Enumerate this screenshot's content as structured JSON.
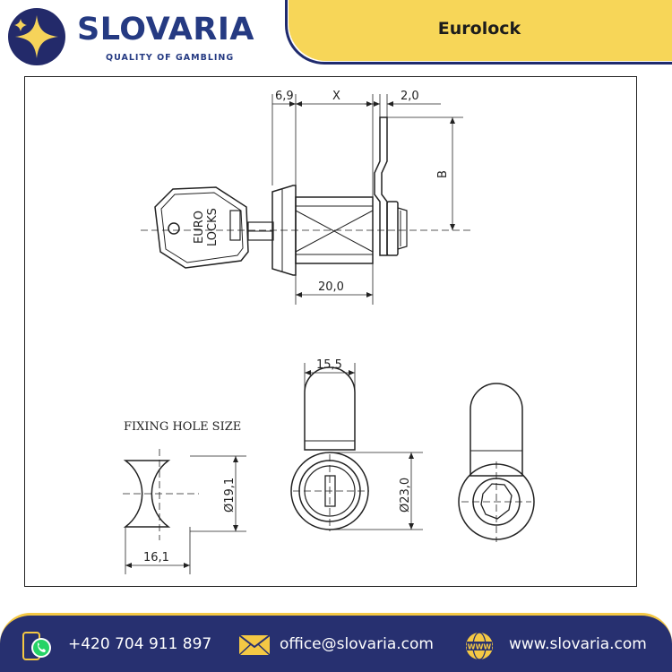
{
  "brand": {
    "name": "SLOVARIA",
    "tagline": "QUALITY OF GAMBLING",
    "colors": {
      "navy": "#273070",
      "yellow": "#f7d658",
      "gold": "#f4c844"
    }
  },
  "product": {
    "title": "Eurolock"
  },
  "drawing": {
    "key_label_line1": "EURO",
    "key_label_line2": "LOCKS",
    "dimensions": {
      "flange": "6,9",
      "body_x": "X",
      "cam_thickness": "2,0",
      "cam_b": "B",
      "thread_length": "20,0",
      "cam_width": "15,5",
      "hole_height": "Ø19,1",
      "hole_width": "16,1",
      "flange_diameter": "Ø23,0"
    },
    "fixing_hole_label": "FIXING HOLE SIZE"
  },
  "contacts": {
    "phone": {
      "text": "+420 704 911 897",
      "icon": "phone-whatsapp-icon"
    },
    "email": {
      "text": "office@slovaria.com",
      "icon": "envelope-icon"
    },
    "web": {
      "text": "www.slovaria.com",
      "icon": "globe-www-icon"
    }
  }
}
